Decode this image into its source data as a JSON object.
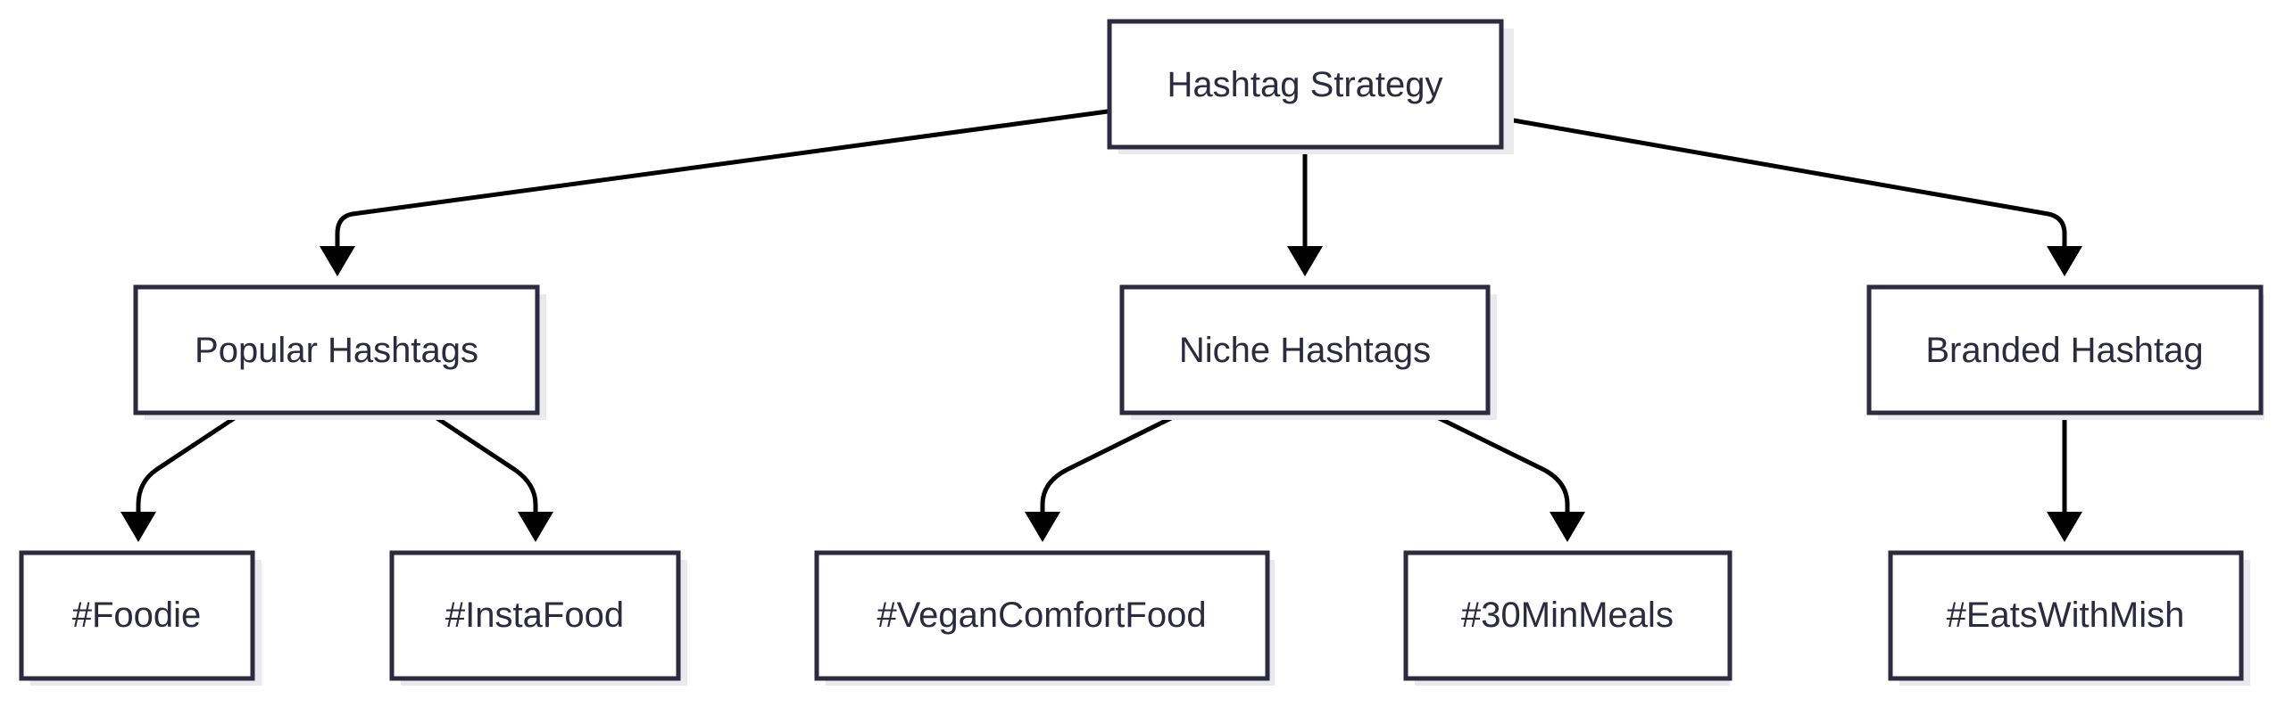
{
  "diagram": {
    "nodes": {
      "root": "Hashtag Strategy",
      "popular": "Popular Hashtags",
      "niche": "Niche Hashtags",
      "branded": "Branded Hashtag",
      "foodie": "#Foodie",
      "instafood": "#InstaFood",
      "vegan": "#VeganComfortFood",
      "meals30": "#30MinMeals",
      "eats": "#EatsWithMish"
    },
    "edges": [
      {
        "from": "root",
        "to": "popular"
      },
      {
        "from": "root",
        "to": "niche"
      },
      {
        "from": "root",
        "to": "branded"
      },
      {
        "from": "popular",
        "to": "foodie"
      },
      {
        "from": "popular",
        "to": "instafood"
      },
      {
        "from": "niche",
        "to": "vegan"
      },
      {
        "from": "niche",
        "to": "meals30"
      },
      {
        "from": "branded",
        "to": "eats"
      }
    ]
  }
}
